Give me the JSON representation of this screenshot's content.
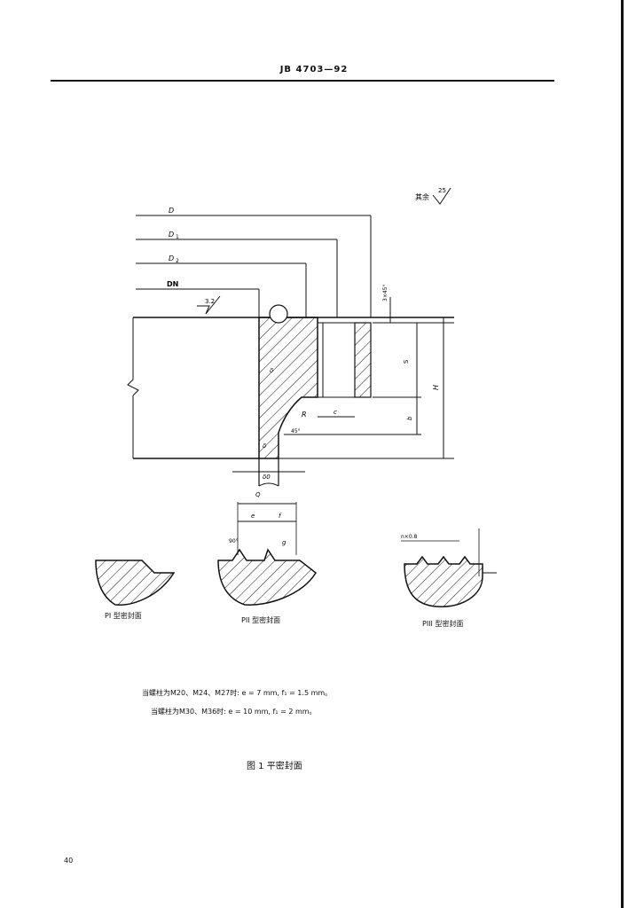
{
  "header": {
    "doc_number": "JB 4703—92"
  },
  "drawing": {
    "roughness_remaining_label": "其余",
    "roughness_remaining_value": "25",
    "roughness_face_value": "3.2",
    "dim_D": "D",
    "dim_D1": "D",
    "dim_D1_sub": "1",
    "dim_D2": "D",
    "dim_D2_sub": "2",
    "dim_DN": "DN",
    "dim_c": "c",
    "dim_b": "b",
    "dim_R": "R",
    "dim_S": "S",
    "dim_H": "H",
    "dim_S1": "δ",
    "dim_s0": "δ0",
    "dim_d1": "d",
    "dim_delta": "δ",
    "dim_angle": "45°",
    "dim_ring": "3×45°"
  },
  "details": {
    "pi_label": "PI 型密封面",
    "pii_label": "PII 型密封面",
    "piii_label": "PIII 型密封面",
    "pii_dim_e": "e",
    "pii_dim_f": "f",
    "pii_dim_g": "g",
    "pii_dim_overall": "Q",
    "pii_angle": "90°",
    "piii_dim": "n×0.8"
  },
  "notes": {
    "line1": "当螺柱为M20、M24、M27时: e = 7 mm, f₁ = 1.5 mm。",
    "line2": "当螺柱为M30、M36时: e = 10 mm, f₁ = 2 mm。"
  },
  "caption": "图 1   平密封面",
  "page_number": "40"
}
